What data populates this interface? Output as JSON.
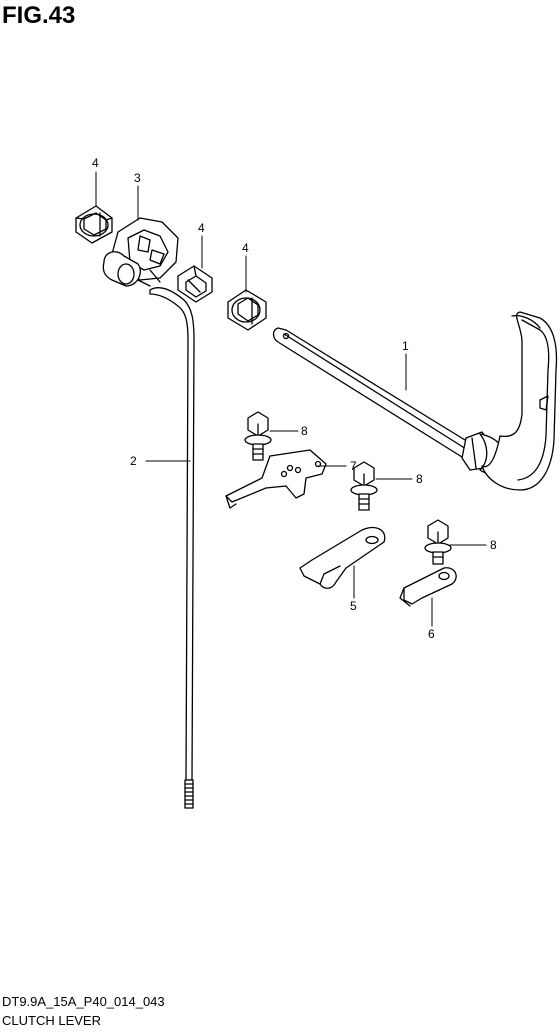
{
  "figure": {
    "title": "FIG.43",
    "code": "DT9.9A_15A_P40_014_043",
    "name": "CLUTCH LEVER"
  },
  "callouts": [
    {
      "id": "c-1",
      "label": "1"
    },
    {
      "id": "c-2",
      "label": "2"
    },
    {
      "id": "c-3",
      "label": "3"
    },
    {
      "id": "c-4a",
      "label": "4"
    },
    {
      "id": "c-4b",
      "label": "4"
    },
    {
      "id": "c-4c",
      "label": "4"
    },
    {
      "id": "c-5",
      "label": "5"
    },
    {
      "id": "c-6",
      "label": "6"
    },
    {
      "id": "c-7",
      "label": "7"
    },
    {
      "id": "c-8a",
      "label": "8"
    },
    {
      "id": "c-8b",
      "label": "8"
    },
    {
      "id": "c-8c",
      "label": "8"
    }
  ]
}
